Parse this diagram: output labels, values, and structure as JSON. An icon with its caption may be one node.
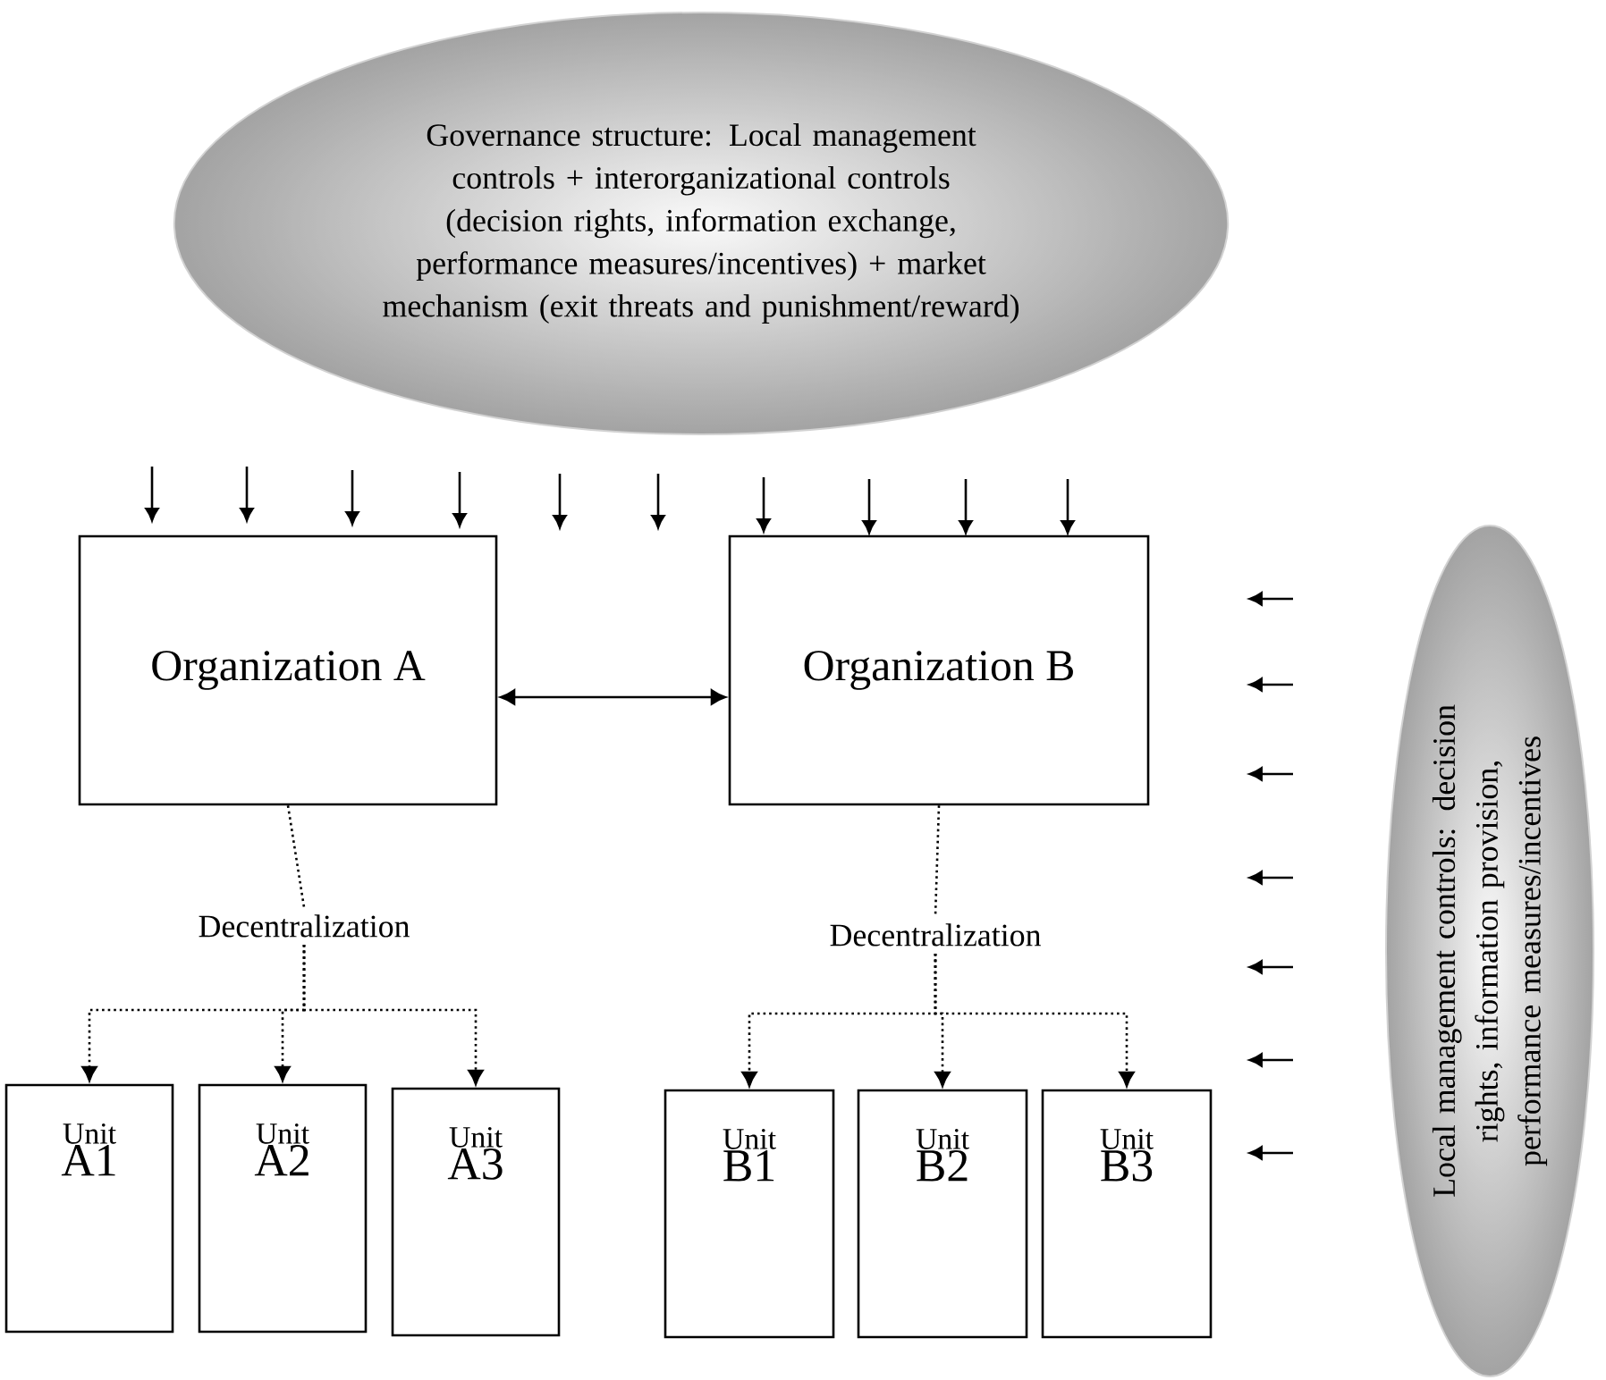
{
  "diagram": {
    "nodes": [
      {
        "text": [
          "Governance structure: Local management controls + interorganizational controls (decision rights, information exchange, performance measures/incentives) + market mechanism (exit threats and punishment/reward)"
        ]
      },
      {
        "text": [
          "Local management controls: decision rights, information provision, performance measures/incentives"
        ]
      },
      {
        "text": [
          "Organization A"
        ]
      },
      {
        "text": [
          "Organization B"
        ]
      },
      {
        "text": [
          "Decentralization"
        ]
      },
      {
        "text": [
          "Decentralization"
        ]
      },
      {
        "text": [
          "Unit",
          "A1"
        ]
      },
      {
        "text": [
          "Unit",
          "A2"
        ]
      },
      {
        "text": [
          "Unit",
          "A3"
        ]
      },
      {
        "text": [
          "Unit",
          "B1"
        ]
      },
      {
        "text": [
          "Unit",
          "B2"
        ]
      },
      {
        "text": [
          "Unit",
          "B3"
        ]
      }
    ],
    "edges": [
      {
        "from": 2,
        "to": 3,
        "arrow": "both"
      },
      {
        "from": 2,
        "to": 4,
        "arrow": "none",
        "style": "dashed"
      },
      {
        "from": 3,
        "to": 5,
        "arrow": "none",
        "style": "dashed"
      },
      {
        "from": 4,
        "to": 6,
        "arrow": "to",
        "style": "dashed"
      },
      {
        "from": 4,
        "to": 7,
        "arrow": "to",
        "style": "dashed"
      },
      {
        "from": 4,
        "to": 8,
        "arrow": "to",
        "style": "dashed"
      },
      {
        "from": 5,
        "to": 9,
        "arrow": "to",
        "style": "dashed"
      },
      {
        "from": 5,
        "to": 10,
        "arrow": "to",
        "style": "dashed"
      },
      {
        "from": 5,
        "to": 11,
        "arrow": "to",
        "style": "dashed"
      }
    ]
  }
}
